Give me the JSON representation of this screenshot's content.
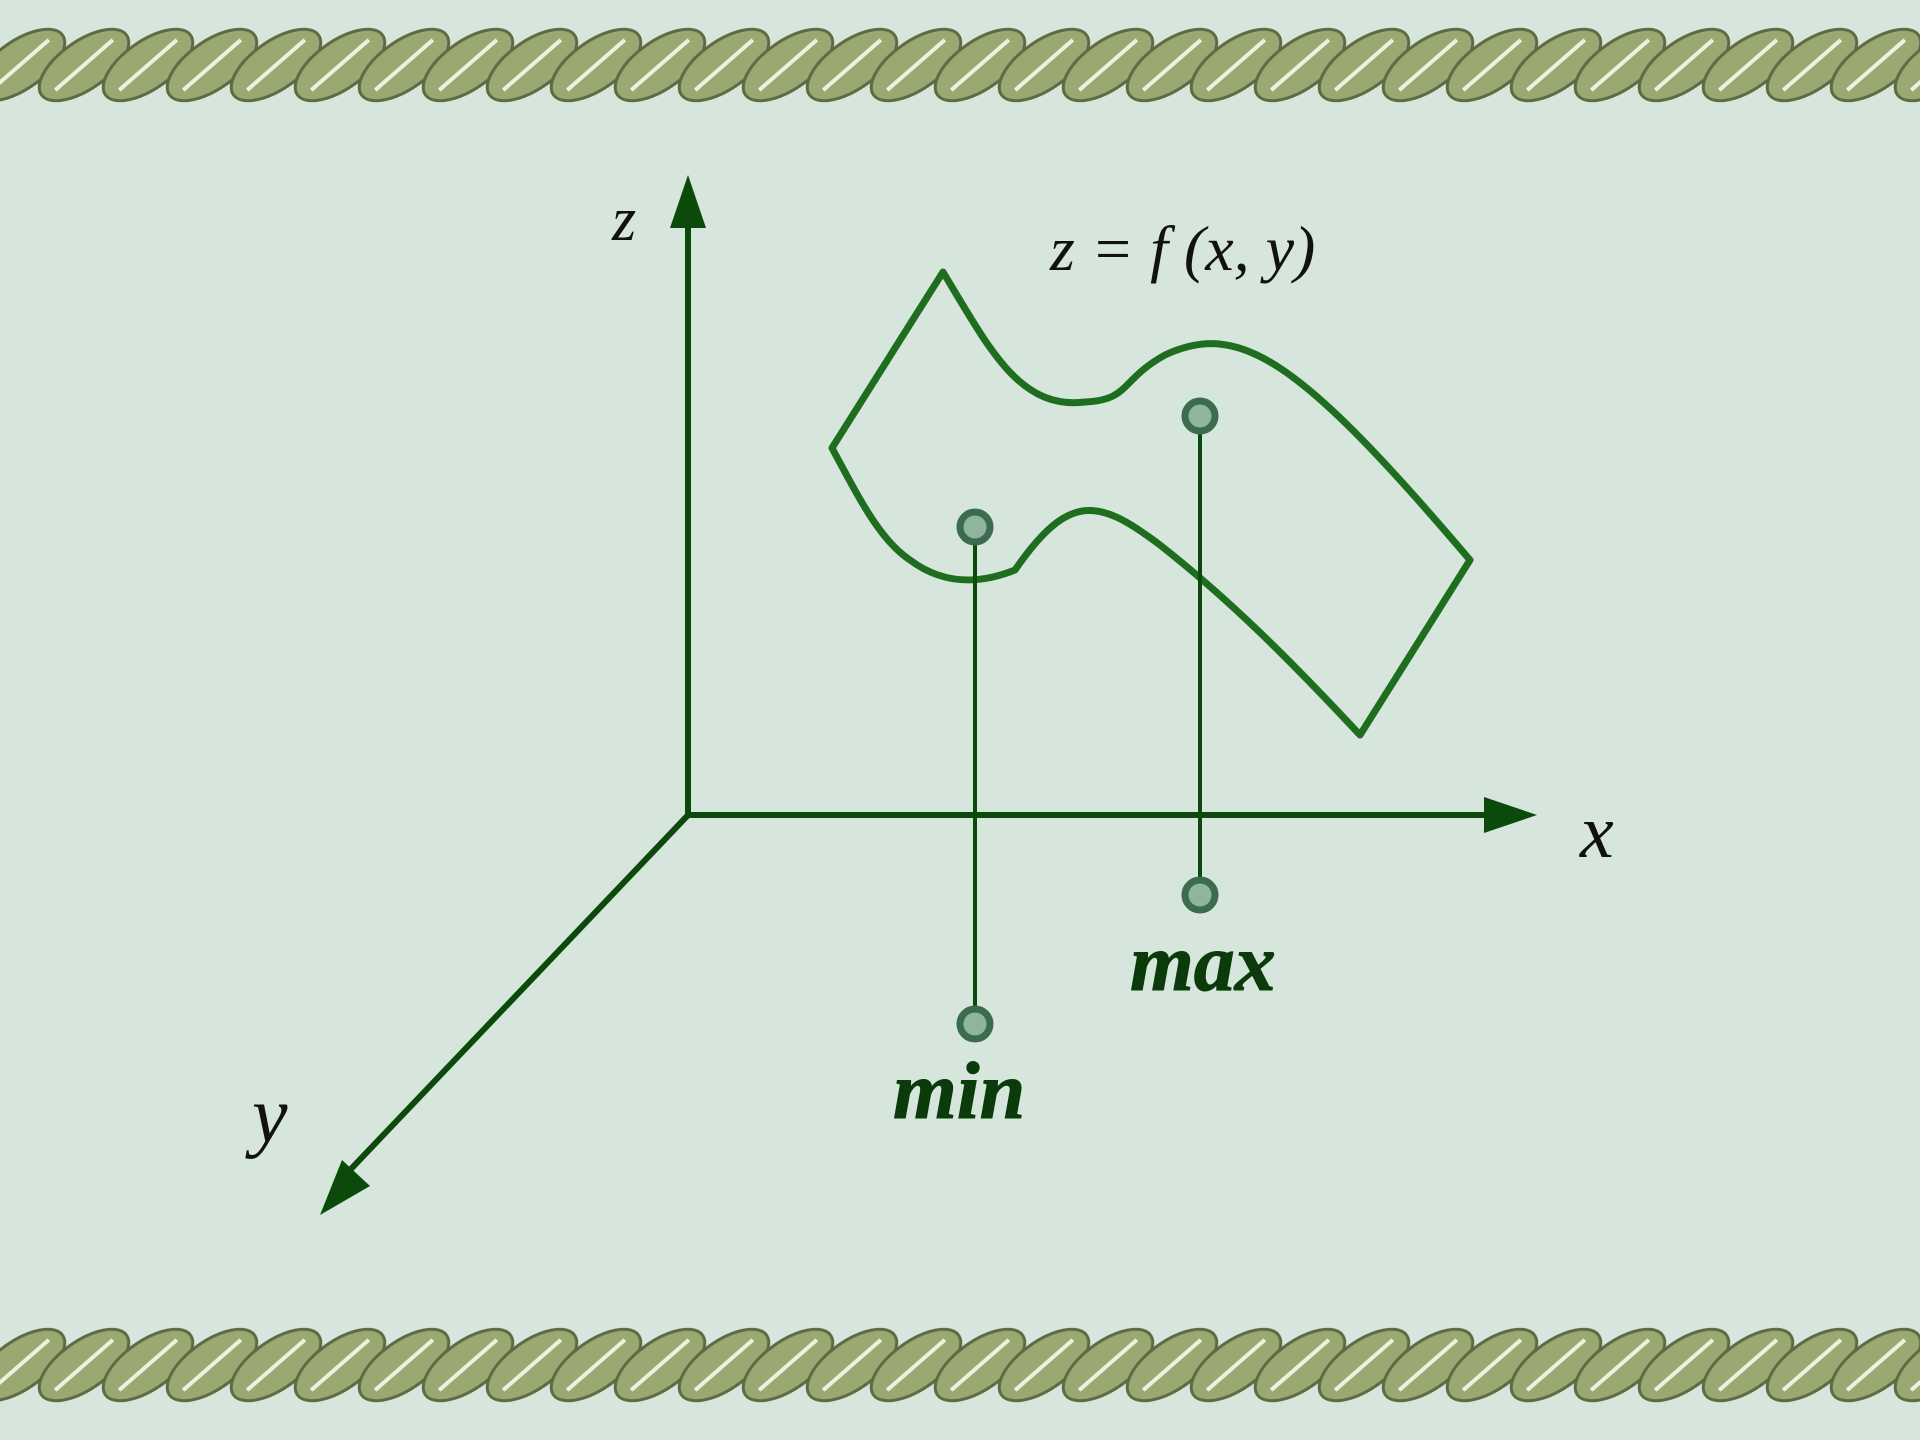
{
  "colors": {
    "background": "#d6e6dc",
    "axis": "#0b4a0b",
    "curve": "#1f6e1f",
    "marker_stroke": "#3d6b52",
    "marker_fill": "#8fb59b",
    "label_extreme": "#0b3a0b",
    "leaf": "#9aa872"
  },
  "axes": {
    "x_label": "x",
    "y_label": "y",
    "z_label": "z"
  },
  "function_label": "z = f (x, y)",
  "points": {
    "min_label": "min",
    "max_label": "max"
  },
  "decorations": {
    "top_border": "leaf-garland",
    "bottom_border": "leaf-garland"
  }
}
